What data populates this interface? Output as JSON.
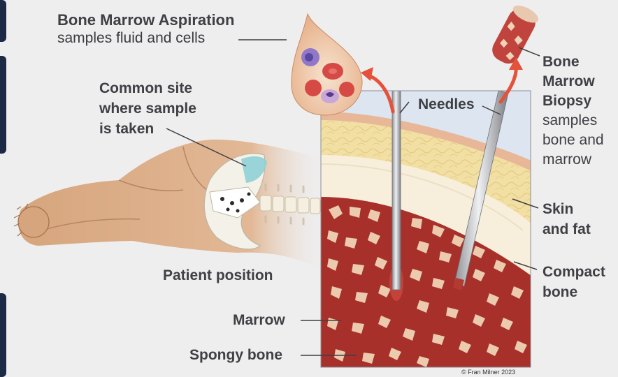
{
  "labels": {
    "aspiration_title": "Bone Marrow Aspiration",
    "aspiration_sub": "samples fluid and cells",
    "site_line1": "Common site",
    "site_line2": "where sample",
    "site_line3": "is taken",
    "needles": "Needles",
    "biopsy_line1": "Bone",
    "biopsy_line2": "Marrow",
    "biopsy_line3": "Biopsy",
    "biopsy_line4": "samples",
    "biopsy_line5": "bone and",
    "biopsy_line6": "marrow",
    "skin_line1": "Skin",
    "skin_line2": "and fat",
    "compact_line1": "Compact",
    "compact_line2": "bone",
    "patient_position": "Patient position",
    "marrow": "Marrow",
    "spongy_bone": "Spongy bone"
  },
  "credit": "© Fran Milner 2023",
  "colors": {
    "background": "#eeeeef",
    "skin": "#d9a981",
    "fat": "#f0dc9e",
    "compact_bone": "#f7efdc",
    "marrow": "#a8302b",
    "spongy_bone": "#f0d3b6",
    "arrow": "#e5513a",
    "label_text": "#3f3f44",
    "edge_tab": "#1c2a45"
  }
}
